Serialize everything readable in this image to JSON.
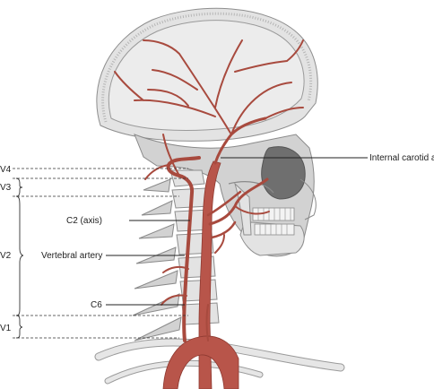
{
  "labels": {
    "internal_carotid": "Internal carotid artery",
    "c2": "C2 (axis)",
    "vertebral": "Vertebral artery",
    "c6": "C6"
  },
  "segments": [
    "V4",
    "V3",
    "V2",
    "V1"
  ],
  "colors": {
    "artery": "#b8554a",
    "artery_dark": "#8e3a31",
    "bone": "#e3e3e3",
    "outline": "#8e8e8e"
  }
}
